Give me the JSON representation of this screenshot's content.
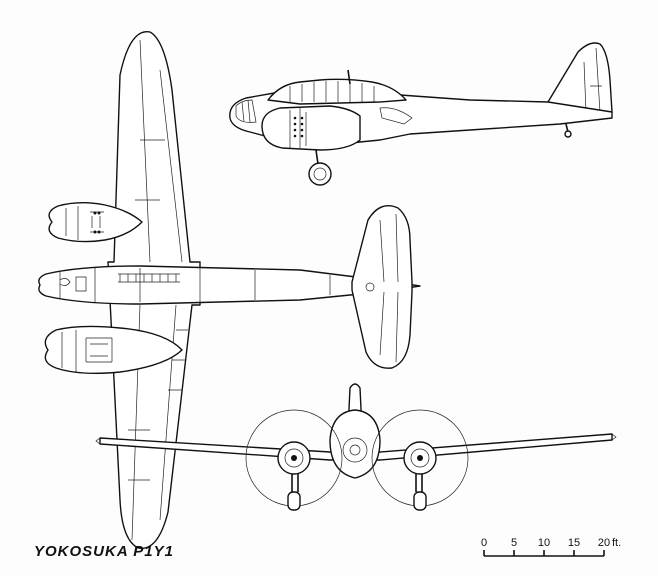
{
  "title": "YOKOSUKA P1Y1",
  "scale": {
    "ticks": [
      "0",
      "5",
      "10",
      "15",
      "20"
    ],
    "unit": "ft."
  }
}
